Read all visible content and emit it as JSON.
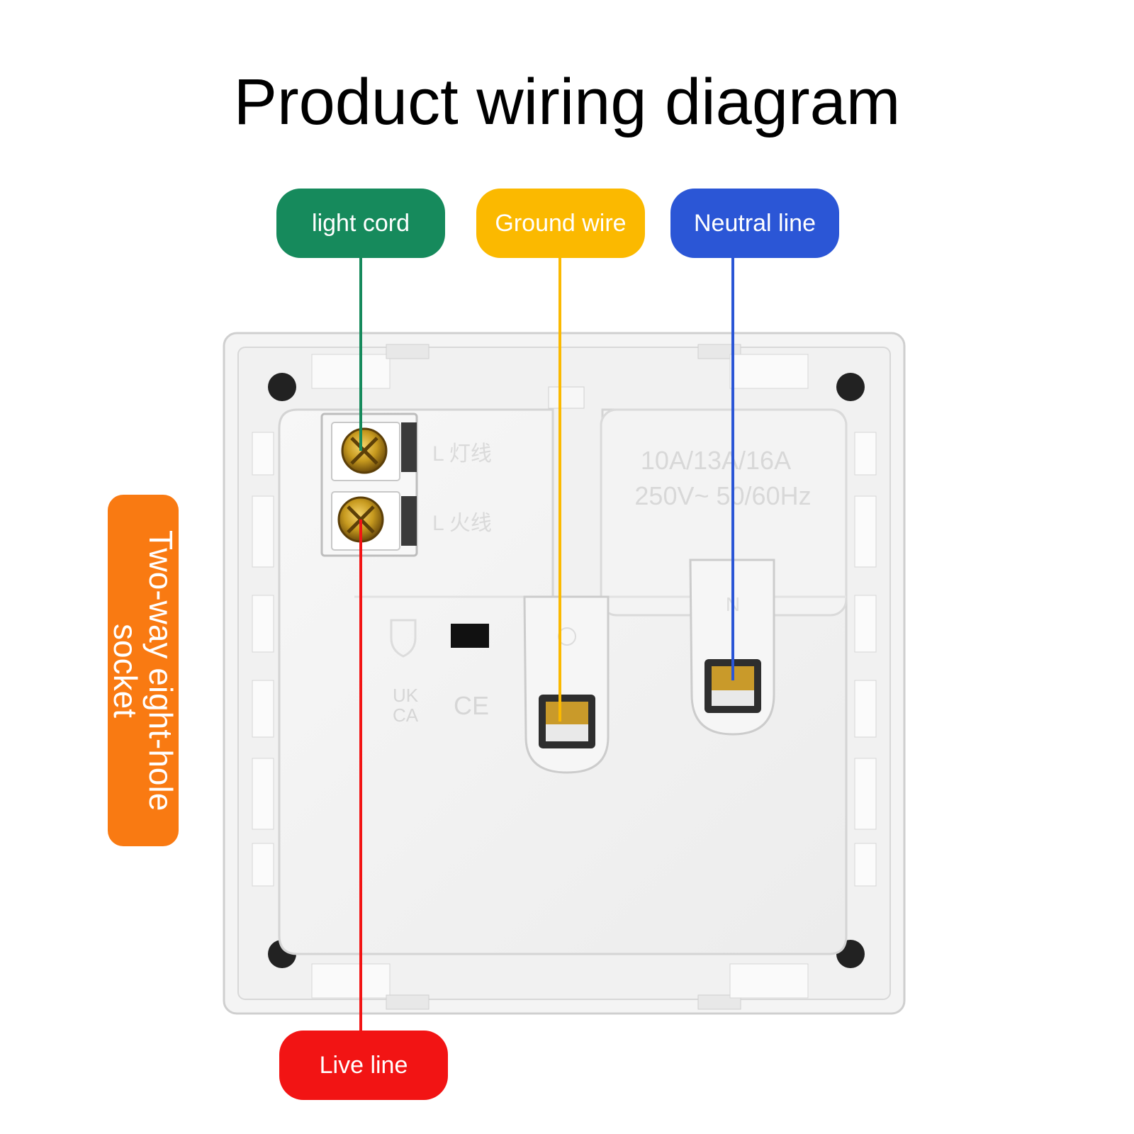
{
  "title": "Product wiring diagram",
  "labels": {
    "light_cord": "light cord",
    "ground_wire": "Ground wire",
    "neutral_line": "Neutral line",
    "live_line": "Live line",
    "product_type": "Two-way eight-hole socket"
  },
  "terminal_labels": {
    "light": "L 灯线",
    "live": "L 火线",
    "neutral": "N"
  },
  "rating": {
    "line1": "10A/13A/16A",
    "line2": "250V~ 50/60Hz"
  },
  "marks": {
    "ukca_top": "UK",
    "ukca_bottom": "CA",
    "ce": "CE"
  },
  "colors": {
    "light_cord": "#168a5c",
    "ground_wire": "#fbb900",
    "neutral_line": "#2b56d6",
    "live_line": "#f21414",
    "product_type": "#f97a12"
  }
}
